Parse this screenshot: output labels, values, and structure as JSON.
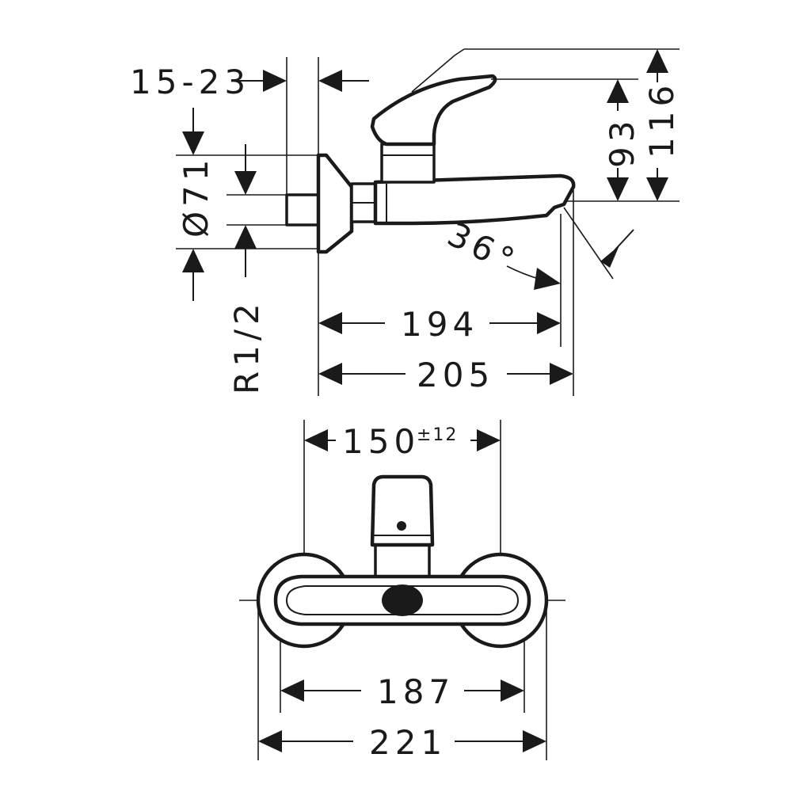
{
  "colors": {
    "ink": "#1a1a1a",
    "background": "#ffffff"
  },
  "side_view": {
    "dim_thread_range": "15-23",
    "dim_flange_diameter": "Ø71",
    "dim_thread": "R1/2",
    "dim_spout_height": "93",
    "dim_total_height": "116",
    "dim_angle": "36°",
    "dim_spout_reach": "194",
    "dim_total_depth": "205"
  },
  "front_view": {
    "dim_center_distance": "150",
    "dim_center_tolerance": "±12",
    "dim_body_width": "187",
    "dim_total_width": "221"
  }
}
